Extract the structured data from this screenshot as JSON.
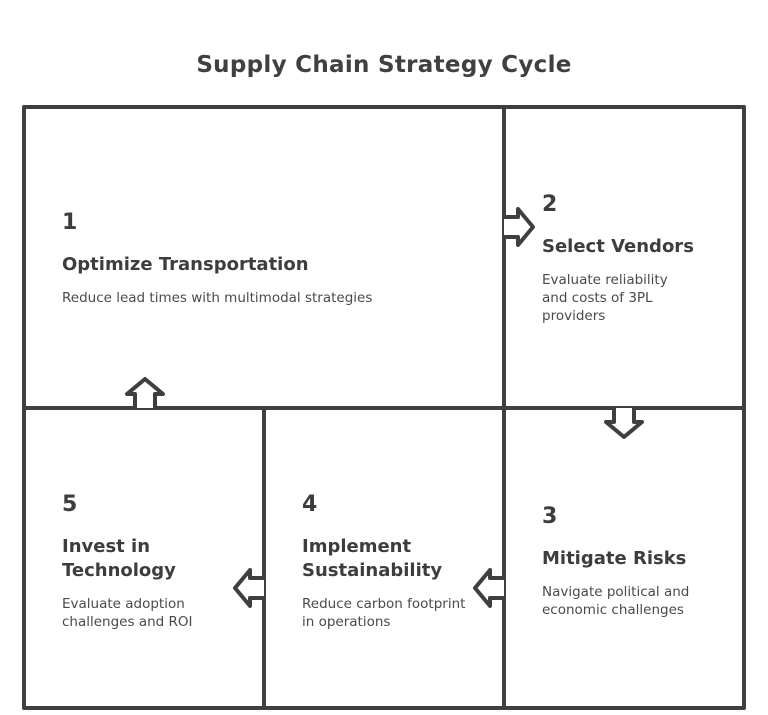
{
  "title": "Supply Chain Strategy Cycle",
  "colors": {
    "stroke": "#3f3f3f",
    "text": "#3d3d3d",
    "background": "#ffffff"
  },
  "steps": [
    {
      "number": "1",
      "heading": "Optimize Transportation",
      "description": "Reduce lead times with multimodal strategies"
    },
    {
      "number": "2",
      "heading": "Select Vendors",
      "description": "Evaluate reliability and costs of 3PL providers"
    },
    {
      "number": "3",
      "heading": "Mitigate Risks",
      "description": "Navigate political and economic challenges"
    },
    {
      "number": "4",
      "heading": "Implement Sustainability",
      "description": "Reduce carbon footprint in operations"
    },
    {
      "number": "5",
      "heading": "Invest in Technology",
      "description": "Evaluate adoption challenges and ROI"
    }
  ],
  "arrows": [
    "right",
    "down",
    "left",
    "left",
    "up"
  ]
}
